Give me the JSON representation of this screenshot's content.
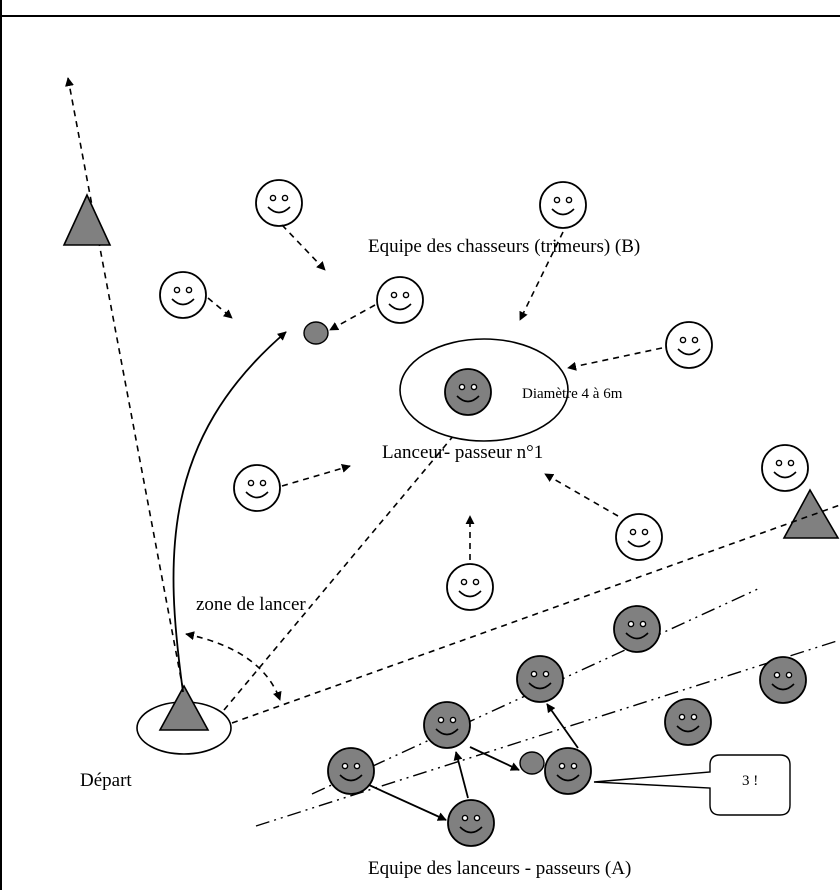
{
  "labels": {
    "team_b": "Equipe des chasseurs (trimeurs) (B)",
    "diameter": "Diamètre 4 à 6m",
    "thrower": "Lanceur- passeur n°1",
    "throw_zone": "zone de lancer",
    "start": "Départ",
    "team_a": "Equipe des lanceurs - passeurs (A)",
    "callout": "3 !"
  },
  "colors": {
    "cone_fill": "#808080",
    "team_a_fill": "#808080",
    "team_b_fill": "#ffffff",
    "ball_fill": "#808080",
    "stroke": "#000000"
  },
  "legend_items": {
    "cone": "triangle-cone-icon",
    "face": "smiley-face-icon",
    "ball": "ball-icon"
  }
}
